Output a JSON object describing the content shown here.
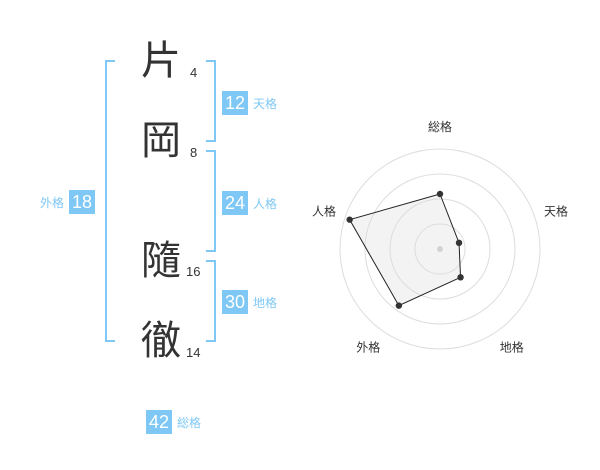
{
  "name": [
    {
      "char": "片",
      "strokes": "4"
    },
    {
      "char": "岡",
      "strokes": "8"
    },
    {
      "char": "隨",
      "strokes": "16"
    },
    {
      "char": "徹",
      "strokes": "14"
    }
  ],
  "badges": {
    "tenkaku": {
      "value": "12",
      "label": "天格"
    },
    "jinkaku": {
      "value": "24",
      "label": "人格"
    },
    "chikaku": {
      "value": "30",
      "label": "地格"
    },
    "gaikaku": {
      "value": "18",
      "label": "外格"
    },
    "soukaku": {
      "value": "42",
      "label": "総格"
    }
  },
  "colors": {
    "accent": "#7fc8f5",
    "text": "#333333",
    "grid": "#dddddd"
  },
  "chart_data": {
    "type": "radar",
    "categories": [
      "総格",
      "天格",
      "地格",
      "外格",
      "人格"
    ],
    "values": [
      0.55,
      0.2,
      0.35,
      0.7,
      0.95
    ],
    "range": [
      0,
      1
    ],
    "rings": 4
  }
}
